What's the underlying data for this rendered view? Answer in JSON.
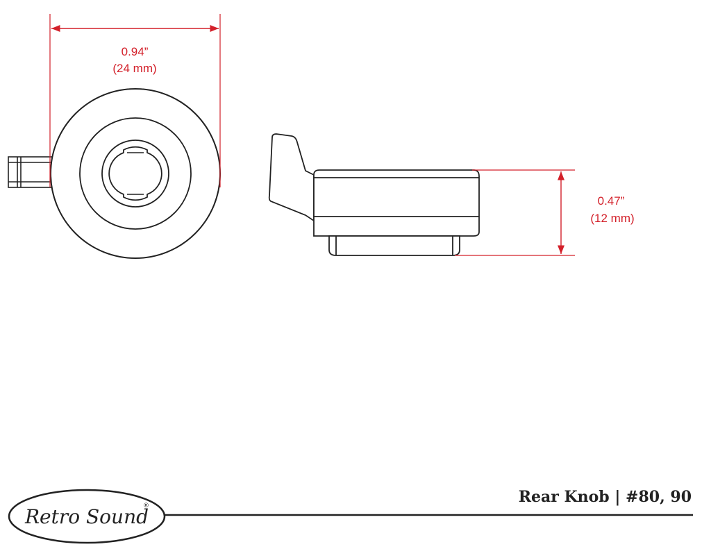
{
  "dimensions": {
    "width_imperial": "0.94”",
    "width_metric": "(24 mm)",
    "height_imperial": "0.47”",
    "height_metric": "(12 mm)"
  },
  "footer": {
    "title": "Rear Knob | #80, 90",
    "logo_text": "Retro Sound",
    "logo_mark": "®"
  },
  "colors": {
    "dimension": "#d3202a",
    "outline": "#222222"
  }
}
